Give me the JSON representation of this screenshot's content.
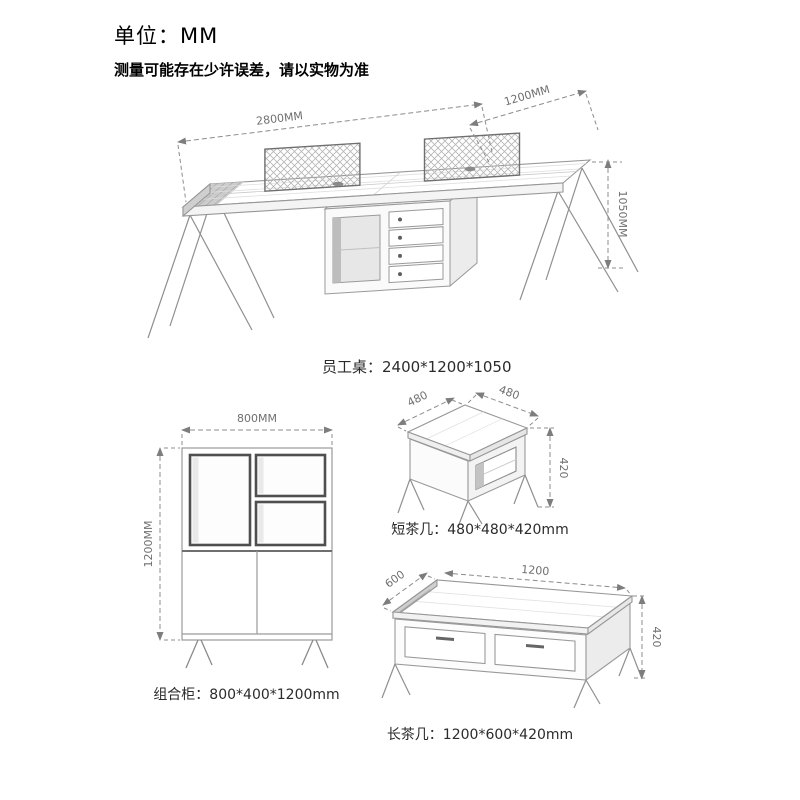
{
  "header": {
    "unit_title": "单位：MM",
    "disclaimer": "测量可能存在少许误差，请以实物为准"
  },
  "desk": {
    "caption": "员工桌：2400*1200*1050",
    "dim_length": "2800MM",
    "dim_depth": "1200MM",
    "dim_height": "1050MM"
  },
  "cabinet": {
    "caption": "组合柜：800*400*1200mm",
    "dim_width": "800MM",
    "dim_height": "1200MM"
  },
  "short_tea_table": {
    "caption": "短茶几：480*480*420mm",
    "dim_left": "480",
    "dim_right": "480",
    "dim_height": "420"
  },
  "long_tea_table": {
    "caption": "长茶几：1200*600*420mm",
    "dim_depth": "600",
    "dim_length": "1200",
    "dim_height": "420"
  },
  "colors": {
    "line": "#9a9a9a",
    "dimension": "#8c8c8c",
    "text": "#1a1a1a"
  }
}
